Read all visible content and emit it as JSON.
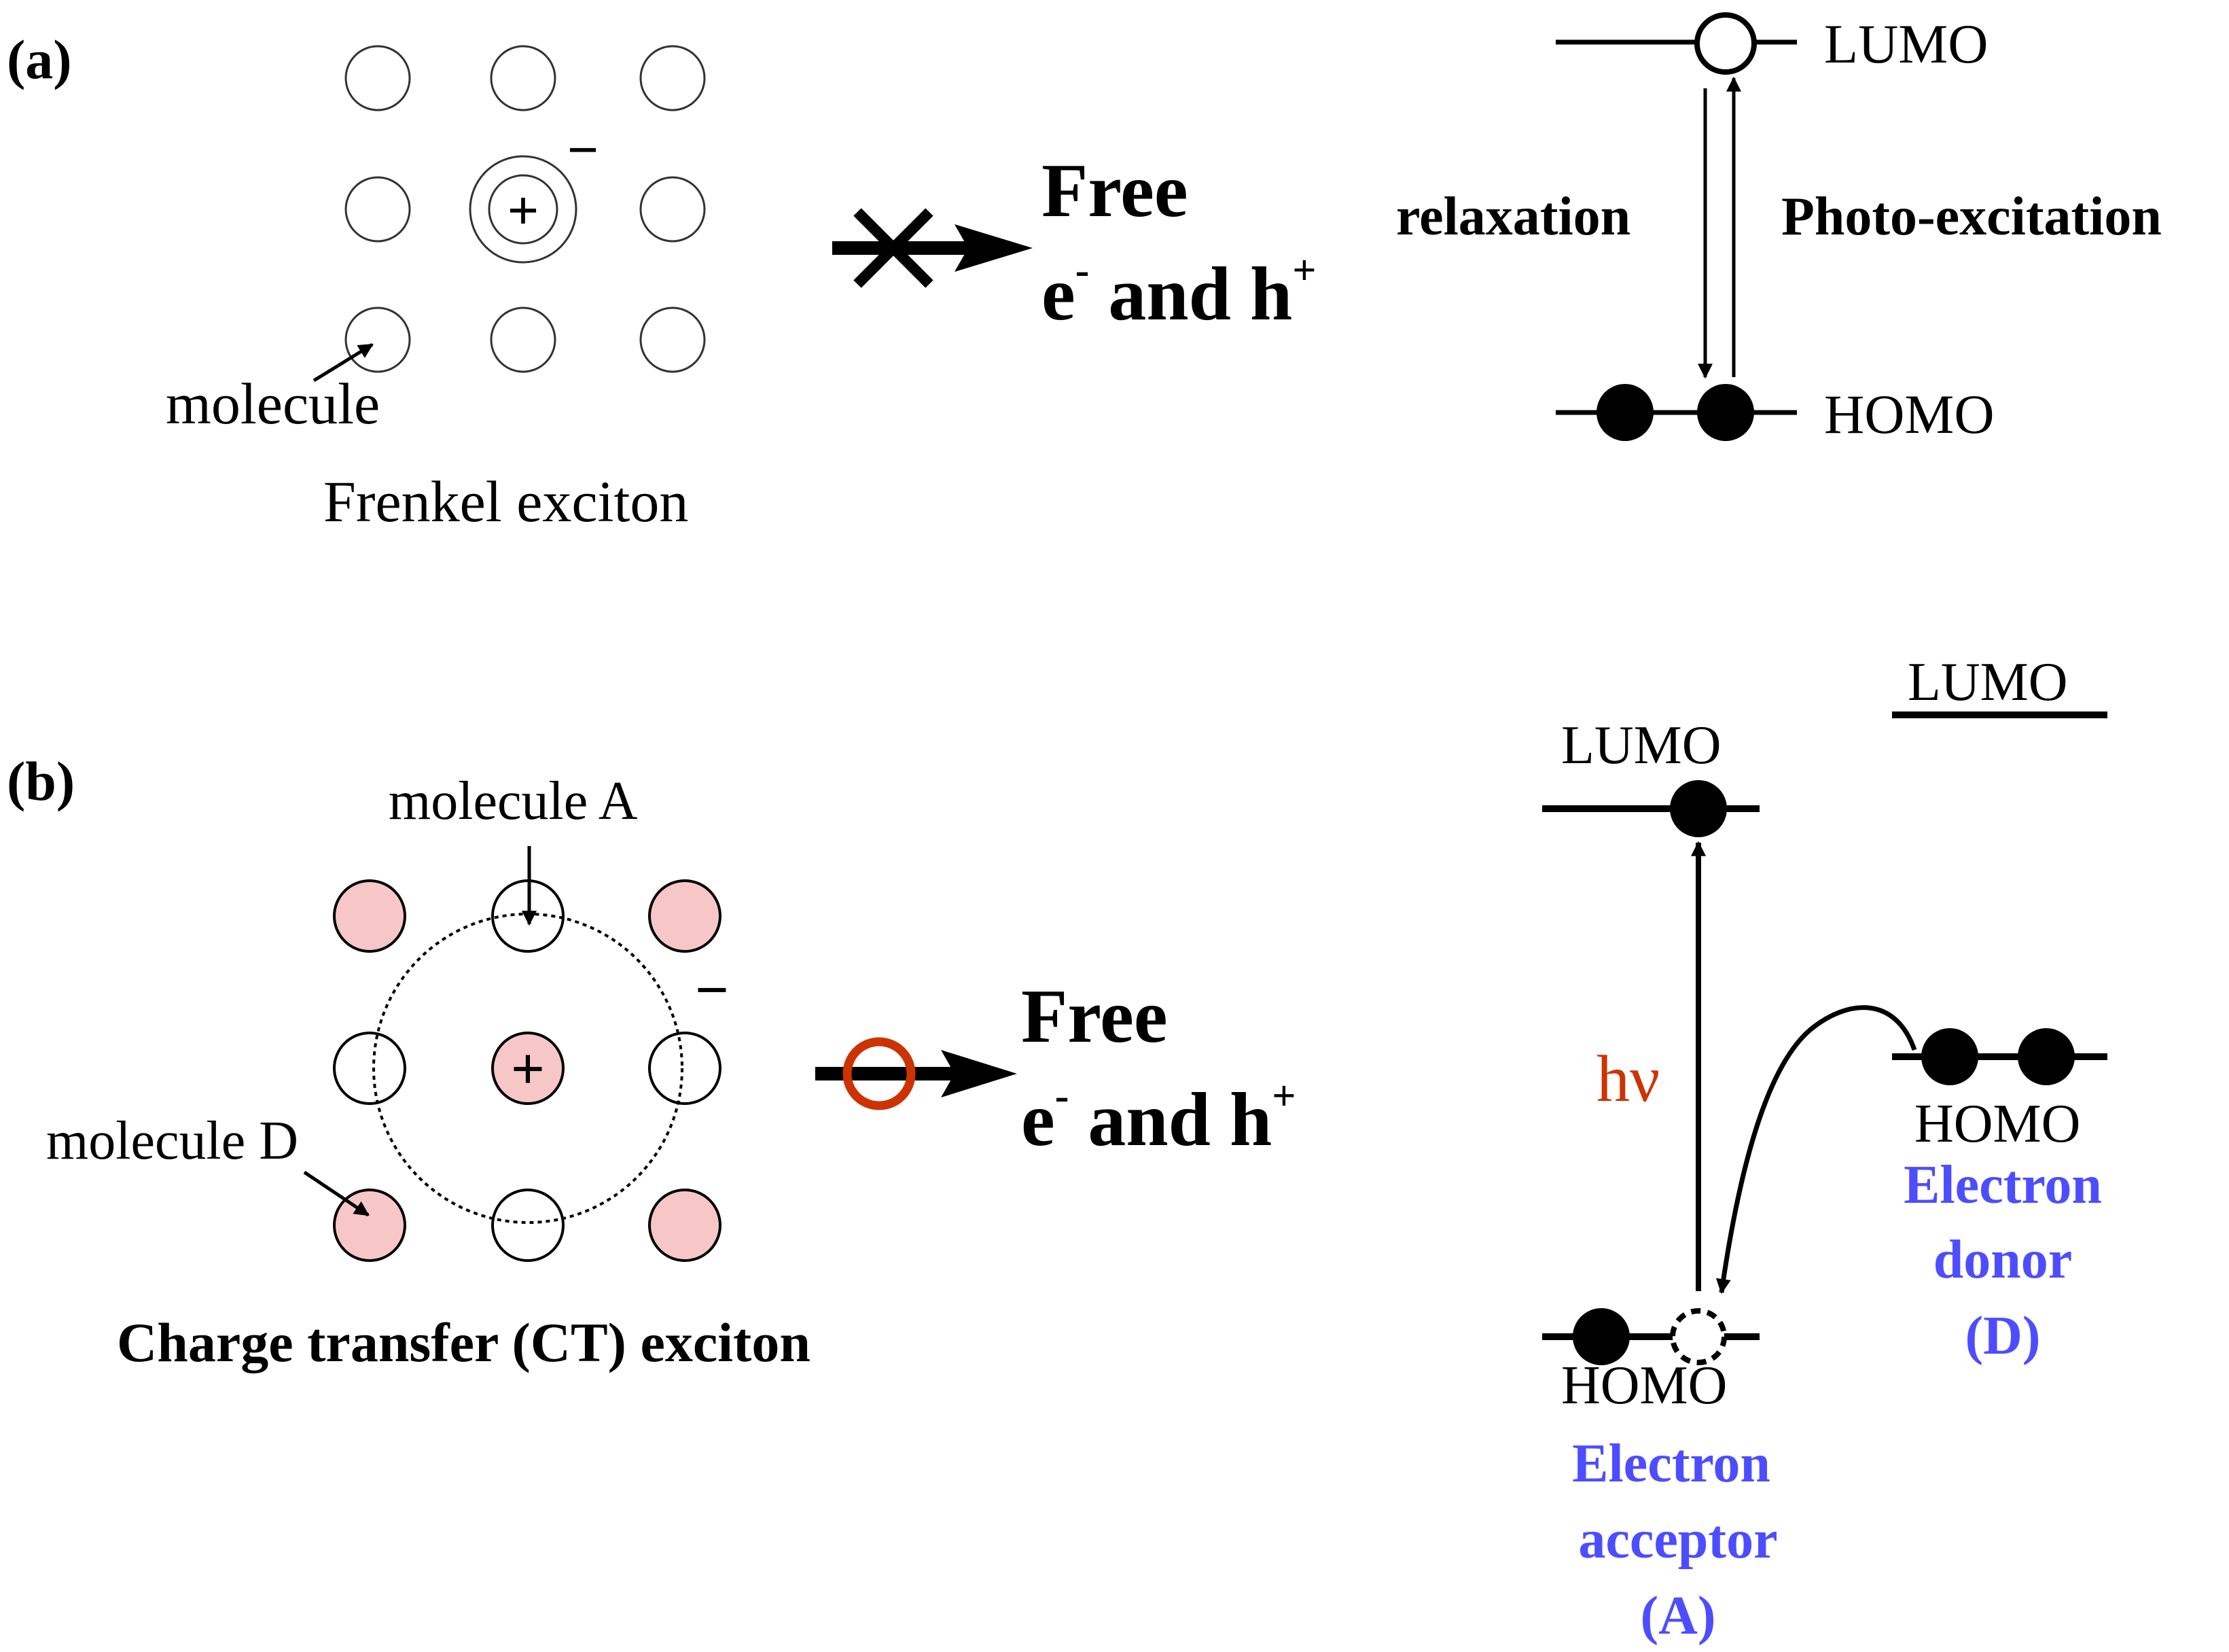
{
  "colors": {
    "ink": "#000000",
    "molecule_d_fill": "#f7c6c6",
    "accent_red": "#cc3300",
    "label_blue": "#4d4dff"
  },
  "panel_a": {
    "label": "(a)",
    "minus_sign": "−",
    "plus_sign": "+",
    "molecule_label": "molecule",
    "exciton_label": "Frenkel exciton",
    "blocked_icon": "x-cross-icon",
    "free_line1": "Free",
    "free_line2_e": "e",
    "free_line2_e_sup": "-",
    "free_line2_mid": " and h",
    "free_line2_h_sup": "+",
    "lumo": "LUMO",
    "homo": "HOMO",
    "relaxation": "relaxation",
    "photo_excitation": "Photo-excitation"
  },
  "panel_b": {
    "label": "(b)",
    "minus_sign": "−",
    "plus_sign": "+",
    "molecule_a_label": "molecule A",
    "molecule_d_label": "molecule D",
    "exciton_label": "Charge transfer (CT) exciton",
    "allowed_icon": "red-ring-icon",
    "free_line1": "Free",
    "free_line2_e": "e",
    "free_line2_e_sup": "-",
    "free_line2_mid": " and h",
    "free_line2_h_sup": "+",
    "acceptor_lumo": "LUMO",
    "acceptor_homo": "HOMO",
    "donor_lumo": "LUMO",
    "donor_homo": "HOMO",
    "hv_h": "h",
    "hv_nu": "ν",
    "acceptor_line1": "Electron",
    "acceptor_line2": "acceptor",
    "acceptor_line3": "(A)",
    "donor_line1": "Electron",
    "donor_line2": "donor",
    "donor_line3": "(D)"
  }
}
